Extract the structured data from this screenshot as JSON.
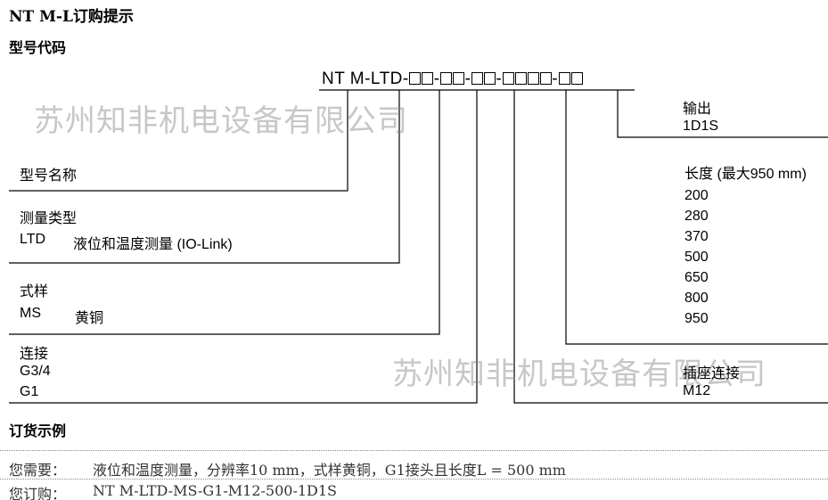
{
  "title": "NT M-L订购提示",
  "subtitle": "型号代码",
  "code": {
    "prefix": "NT M",
    "type": "-LTD-",
    "dash": "-"
  },
  "watermark": "苏州知非机电设备有限公司",
  "sections": {
    "model_name": {
      "label": "型号名称"
    },
    "measure_type": {
      "label": "测量类型",
      "code": "LTD",
      "desc": "液位和温度测量 (IO-Link)"
    },
    "style": {
      "label": "式样",
      "code": "MS",
      "desc": "黄铜"
    },
    "connection": {
      "label": "连接",
      "options": [
        "G3/4",
        "G1"
      ]
    },
    "output": {
      "label": "输出",
      "value": "1D1S"
    },
    "length": {
      "label": "长度 (最大950 mm)",
      "options": [
        "200",
        "280",
        "370",
        "500",
        "650",
        "800",
        "950"
      ]
    },
    "socket": {
      "label": "插座连接",
      "value": "M12"
    }
  },
  "order_example": {
    "title": "订货示例",
    "need_label": "您需要：",
    "need_value": "液位和温度测量，分辨率10 mm，式样黄铜，G1接头且长度L = 500 mm",
    "order_label": "您订购：",
    "order_value": "NT M-LTD-MS-G1-M12-500-1D1S"
  }
}
